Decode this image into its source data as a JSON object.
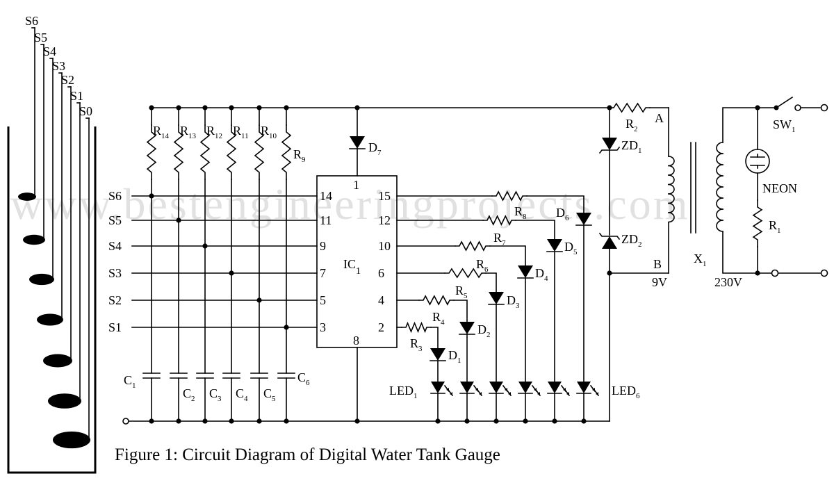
{
  "watermark": "www.bestengineeringprojects.com",
  "caption": "Figure 1: Circuit Diagram of Digital Water Tank Gauge",
  "tank": {
    "probes": [
      "S6",
      "S5",
      "S4",
      "S3",
      "S2",
      "S1",
      "S0"
    ]
  },
  "inputs": [
    "S6",
    "S5",
    "S4",
    "S3",
    "S2",
    "S1"
  ],
  "ic": {
    "name": "IC",
    "sub": "1",
    "left_pins": [
      "14",
      "11",
      "9",
      "7",
      "5",
      "3"
    ],
    "right_pins": [
      "15",
      "12",
      "10",
      "6",
      "4",
      "2"
    ],
    "top_pin": "1",
    "bottom_pin": "8"
  },
  "pullups": [
    {
      "p": "R",
      "s": "14"
    },
    {
      "p": "R",
      "s": "13"
    },
    {
      "p": "R",
      "s": "12"
    },
    {
      "p": "R",
      "s": "11"
    },
    {
      "p": "R",
      "s": "10"
    },
    {
      "p": "R",
      "s": "9"
    }
  ],
  "caps": [
    {
      "p": "C",
      "s": "1"
    },
    {
      "p": "C",
      "s": "2"
    },
    {
      "p": "C",
      "s": "3"
    },
    {
      "p": "C",
      "s": "4"
    },
    {
      "p": "C",
      "s": "5"
    },
    {
      "p": "C",
      "s": "6"
    }
  ],
  "series_resistors": [
    {
      "p": "R",
      "s": "3"
    },
    {
      "p": "R",
      "s": "4"
    },
    {
      "p": "R",
      "s": "5"
    },
    {
      "p": "R",
      "s": "6"
    },
    {
      "p": "R",
      "s": "7"
    },
    {
      "p": "R",
      "s": "8"
    }
  ],
  "diodes": [
    {
      "p": "D",
      "s": "1"
    },
    {
      "p": "D",
      "s": "2"
    },
    {
      "p": "D",
      "s": "3"
    },
    {
      "p": "D",
      "s": "4"
    },
    {
      "p": "D",
      "s": "5"
    },
    {
      "p": "D",
      "s": "6"
    }
  ],
  "d7": {
    "p": "D",
    "s": "7"
  },
  "led_first": {
    "p": "LED",
    "s": "1"
  },
  "led_last": {
    "p": "LED",
    "s": "6"
  },
  "supply": {
    "r2": {
      "p": "R",
      "s": "2"
    },
    "zd1": {
      "p": "ZD",
      "s": "1"
    },
    "zd2": {
      "p": "ZD",
      "s": "2"
    },
    "node_a": "A",
    "node_b": "B",
    "volt_low": "9V",
    "transformer": {
      "p": "X",
      "s": "1"
    },
    "volt_high": "230V",
    "switch": {
      "p": "SW",
      "s": "1"
    },
    "neon": "NEON",
    "r1": {
      "p": "R",
      "s": "1"
    }
  }
}
